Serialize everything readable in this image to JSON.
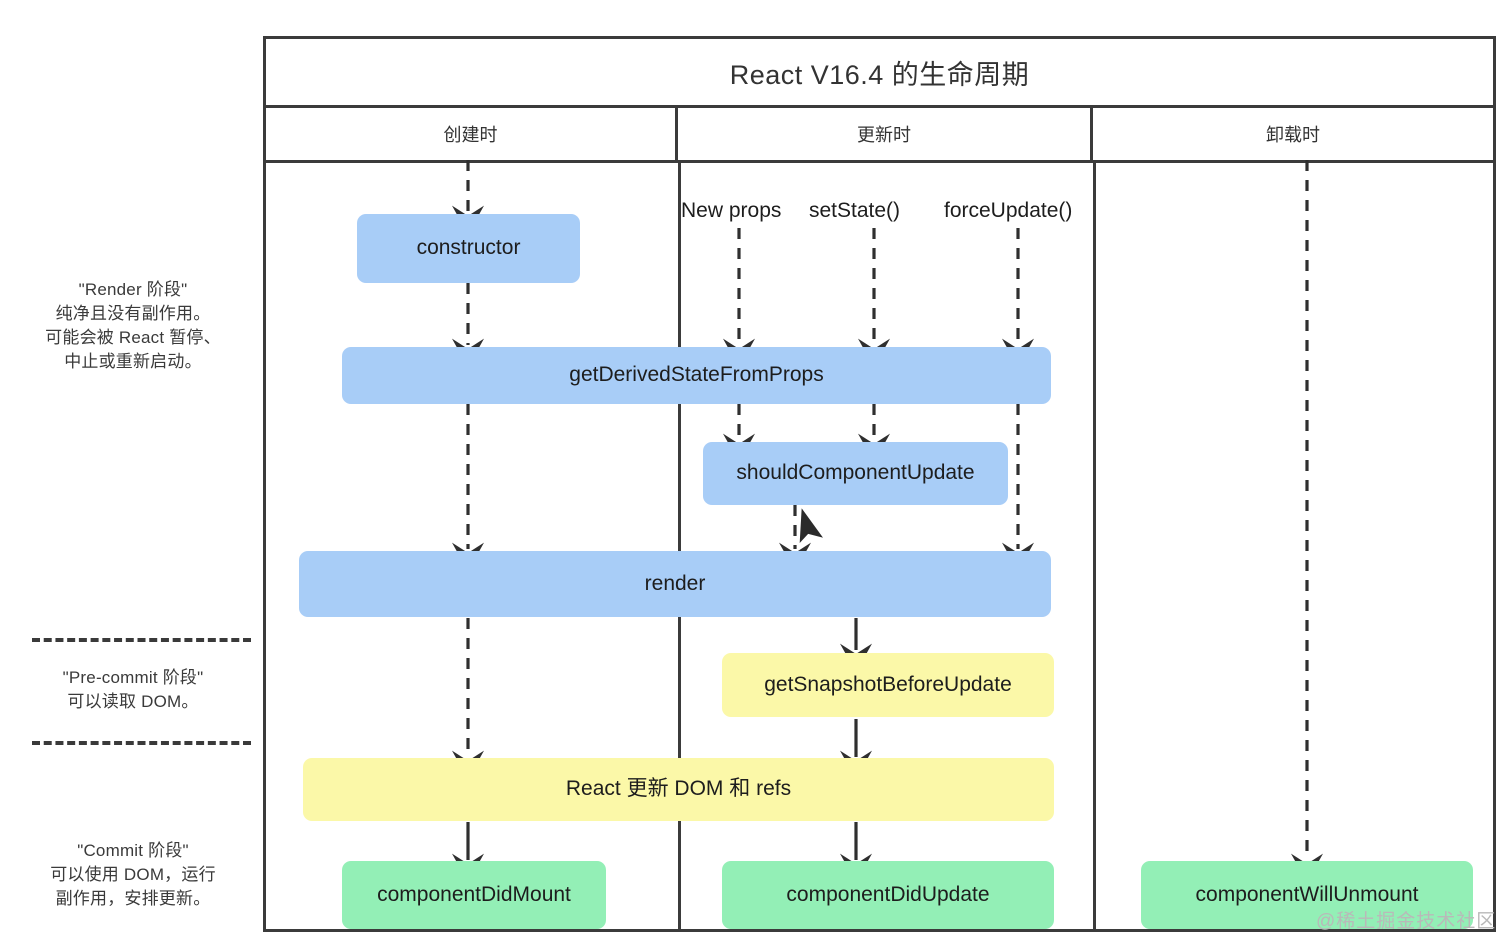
{
  "diagram": {
    "title": "React V16.4 的生命周期",
    "columns": [
      {
        "key": "mount",
        "label": "创建时"
      },
      {
        "key": "update",
        "label": "更新时"
      },
      {
        "key": "unmount",
        "label": "卸载时"
      }
    ],
    "phases": [
      {
        "key": "render",
        "lines": [
          "\"Render 阶段\"",
          "纯净且没有副作用。",
          "可能会被 React 暂停、",
          "中止或重新启动。"
        ]
      },
      {
        "key": "pre-commit",
        "lines": [
          "\"Pre-commit 阶段\"",
          "可以读取 DOM。"
        ]
      },
      {
        "key": "commit",
        "lines": [
          "\"Commit 阶段\"",
          "可以使用 DOM，运行",
          "副作用，安排更新。"
        ]
      }
    ],
    "triggers": [
      {
        "key": "new-props",
        "label": "New props"
      },
      {
        "key": "set-state",
        "label": "setState()"
      },
      {
        "key": "force-update",
        "label": "forceUpdate()"
      }
    ],
    "boxes": [
      {
        "key": "constructor",
        "label": "constructor",
        "color": "blue",
        "column": "mount"
      },
      {
        "key": "get-derived-state",
        "label": "getDerivedStateFromProps",
        "color": "blue",
        "column": "both"
      },
      {
        "key": "should-component-update",
        "label": "shouldComponentUpdate",
        "color": "blue",
        "column": "update"
      },
      {
        "key": "render",
        "label": "render",
        "color": "blue",
        "column": "both"
      },
      {
        "key": "get-snapshot",
        "label": "getSnapshotBeforeUpdate",
        "color": "yellow",
        "column": "update"
      },
      {
        "key": "react-updates-dom",
        "label": "React 更新 DOM 和 refs",
        "color": "yellow",
        "column": "both"
      },
      {
        "key": "component-did-mount",
        "label": "componentDidMount",
        "color": "green",
        "column": "mount"
      },
      {
        "key": "component-did-update",
        "label": "componentDidUpdate",
        "color": "green",
        "column": "update"
      },
      {
        "key": "component-will-unmount",
        "label": "componentWillUnmount",
        "color": "green",
        "column": "unmount"
      }
    ],
    "colors": {
      "blue": "#a8cdf7",
      "yellow": "#fbf8a8",
      "green": "#93efb6",
      "line": "#3b3b3b",
      "text": "#1d1d1d"
    },
    "watermark": "@稀土掘金技术社区"
  }
}
